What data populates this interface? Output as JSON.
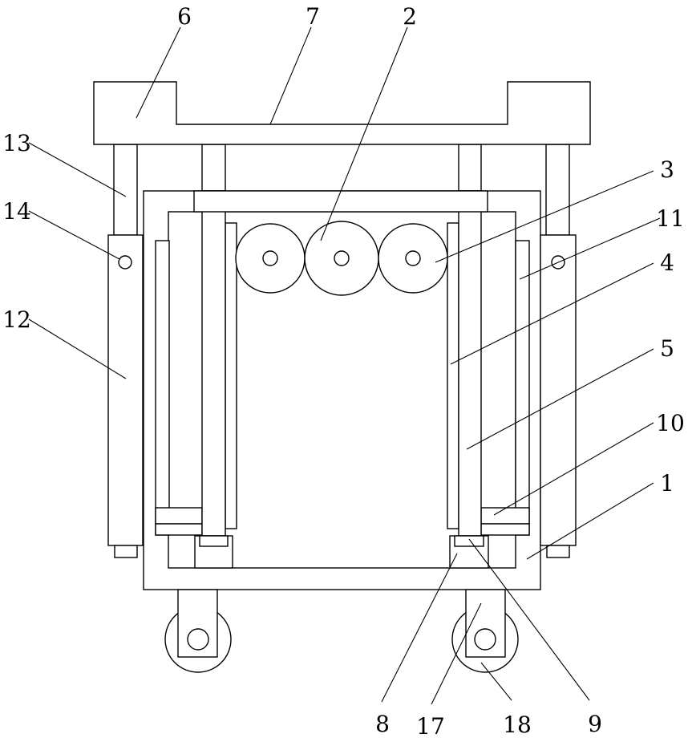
{
  "colors": {
    "line": "#000000",
    "background": "#ffffff"
  },
  "labels": {
    "l1": "1",
    "l2": "2",
    "l3": "3",
    "l4": "4",
    "l5": "5",
    "l6": "6",
    "l7": "7",
    "l8": "8",
    "l9": "9",
    "l10": "10",
    "l11": "11",
    "l12": "12",
    "l13": "13",
    "l14": "14",
    "l17": "17",
    "l18": "18"
  }
}
